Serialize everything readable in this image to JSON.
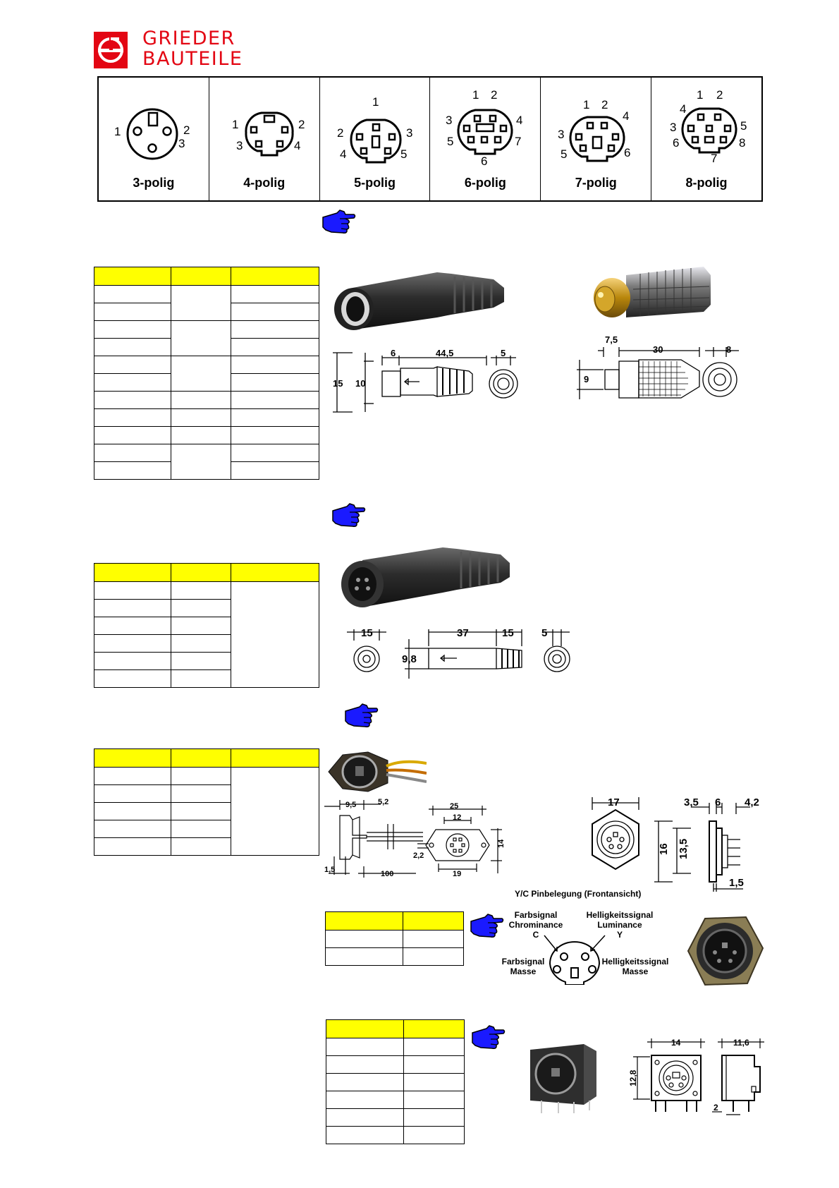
{
  "brand": {
    "line1": "GRIEDER",
    "line2": "BAUTEILE",
    "red": "#e30613"
  },
  "pinouts": [
    {
      "label": "3-polig",
      "numbers": [
        "1",
        "2",
        "3"
      ]
    },
    {
      "label": "4-polig",
      "numbers": [
        "1",
        "2",
        "3",
        "4"
      ]
    },
    {
      "label": "5-polig",
      "numbers": [
        "1",
        "2",
        "3",
        "4",
        "5"
      ]
    },
    {
      "label": "6-polig",
      "numbers": [
        "1",
        "2",
        "3",
        "4",
        "5",
        "6",
        "7"
      ]
    },
    {
      "label": "7-polig",
      "numbers": [
        "1",
        "2",
        "3",
        "4",
        "5",
        "6"
      ]
    },
    {
      "label": "8-polig",
      "numbers": [
        "1",
        "2",
        "3",
        "4",
        "5",
        "6",
        "7",
        "8"
      ]
    }
  ],
  "colors": {
    "table_header": "#ffff00",
    "pointer_blue": "#1a1aff"
  },
  "sections": {
    "plug": {
      "dims_left": {
        "a": "6",
        "b": "44,5",
        "c": "5",
        "d": "15",
        "e": "10"
      },
      "dims_right": {
        "a": "7,5",
        "b": "30",
        "c": "8",
        "d": "9"
      }
    },
    "coupler": {
      "dims": {
        "a": "15",
        "b": "37",
        "c": "15",
        "d": "5",
        "e": "9,8"
      }
    },
    "panel": {
      "dims_side": {
        "a": "9,5",
        "b": "5,2",
        "c": "1,5",
        "d": "100"
      },
      "dims_front": {
        "a": "25",
        "b": "12",
        "c": "14",
        "d": "2,2",
        "e": "19"
      },
      "dims_hex": {
        "a": "17",
        "b": "16",
        "c": "13,5"
      },
      "dims_hex_side": {
        "a": "3,5",
        "b": "6",
        "c": "4,2",
        "d": "1,5"
      }
    },
    "yc": {
      "title": "Y/C Pinbelegung (Frontansicht)",
      "c_label": [
        "Farbsignal",
        "Chrominance",
        "C"
      ],
      "y_label": [
        "Helligkeitssignal",
        "Luminance",
        "Y"
      ],
      "mass_left": [
        "Farbsignal",
        "Masse"
      ],
      "mass_right": [
        "Helligkeitssignal",
        "Masse"
      ]
    },
    "pcb": {
      "dims": {
        "a": "14",
        "b": "11,6",
        "c": "12,8",
        "d": "2"
      }
    }
  }
}
